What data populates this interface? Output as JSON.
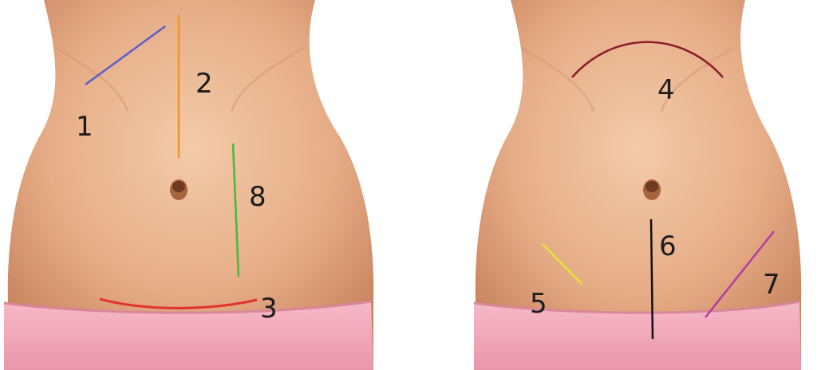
{
  "panels": [
    {
      "id": "left",
      "incisions": [
        {
          "label": "1",
          "color": "#5a5fc8"
        },
        {
          "label": "2",
          "color": "#f0952e"
        },
        {
          "label": "8",
          "color": "#46b83c"
        },
        {
          "label": "3",
          "color": "#e2322c"
        }
      ]
    },
    {
      "id": "right",
      "incisions": [
        {
          "label": "4",
          "color": "#8e1c2c"
        },
        {
          "label": "5",
          "color": "#e4e434"
        },
        {
          "label": "6",
          "color": "#111111"
        },
        {
          "label": "7",
          "color": "#b53aa3"
        }
      ]
    }
  ],
  "skin_colors": {
    "light": "#f0c4a2",
    "mid": "#dea07c",
    "shadow": "#c47f5c"
  },
  "underwear_color": "#f2aabb"
}
